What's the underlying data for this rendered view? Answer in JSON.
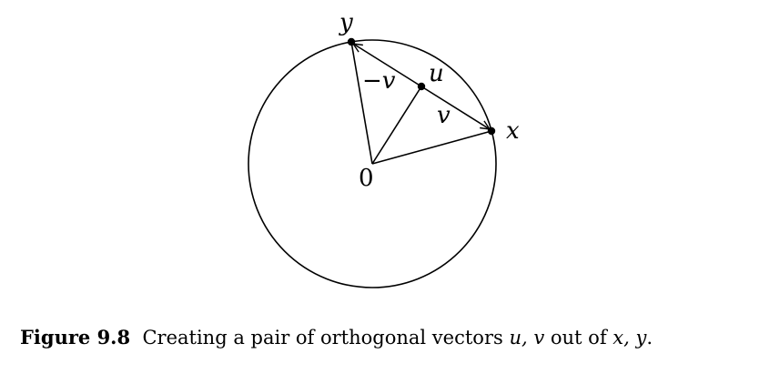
{
  "diagram": {
    "labels": {
      "x": "x",
      "y": "y",
      "u": "u",
      "v": "v",
      "neg_v": "−v",
      "origin": "0"
    }
  },
  "caption": {
    "label": "Figure 9.8",
    "text_before": "Creating a pair of orthogonal vectors",
    "math_uv": "u, v",
    "text_middle": "out of",
    "math_xy": "x, y",
    "text_after": "."
  }
}
